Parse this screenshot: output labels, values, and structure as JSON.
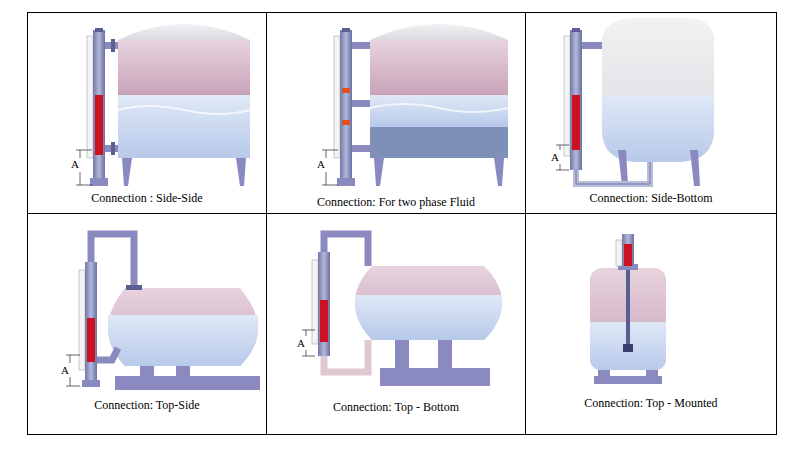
{
  "diagram": {
    "nodes": [
      {
        "text": [
          "Connection : Side-Side"
        ]
      },
      {
        "text": [
          "Connection: For two phase Fluid"
        ]
      },
      {
        "text": [
          "Connection: Side-Bottom"
        ]
      },
      {
        "text": [
          "Connection: Top-Side"
        ]
      },
      {
        "text": [
          "Connection: Top - Bottom"
        ]
      },
      {
        "text": [
          "Connection: Top - Mounted"
        ]
      }
    ],
    "labels": [
      "A",
      "A",
      "A",
      "A",
      "A"
    ]
  }
}
